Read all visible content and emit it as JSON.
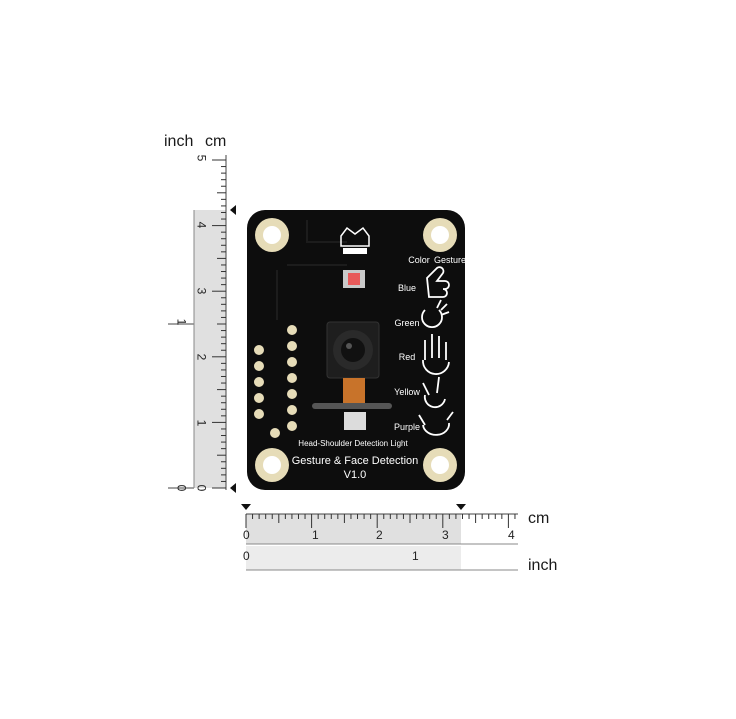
{
  "units": {
    "inch": "inch",
    "cm": "cm"
  },
  "vertical_ruler": {
    "cm_ticks": [
      "0",
      "1",
      "2",
      "3",
      "4",
      "5"
    ],
    "inch_ticks": [
      "0",
      "1"
    ]
  },
  "horizontal_ruler": {
    "cm_ticks": [
      "0",
      "1",
      "2",
      "3",
      "4"
    ],
    "inch_ticks": [
      "0",
      "1"
    ]
  },
  "board": {
    "color_header": "Color",
    "gesture_header": "Gesture",
    "colors": [
      "Blue",
      "Green",
      "Red",
      "Yellow",
      "Purple"
    ],
    "detection_light_label": "Head-Shoulder Detection Light",
    "title": "Gesture & Face Detection",
    "version": "V1.0",
    "pcb_color": "#0d0d0d",
    "silkscreen_color": "#ffffff",
    "pad_color": "#e6dcb8",
    "lens_ribbon_color": "#c8732a"
  }
}
